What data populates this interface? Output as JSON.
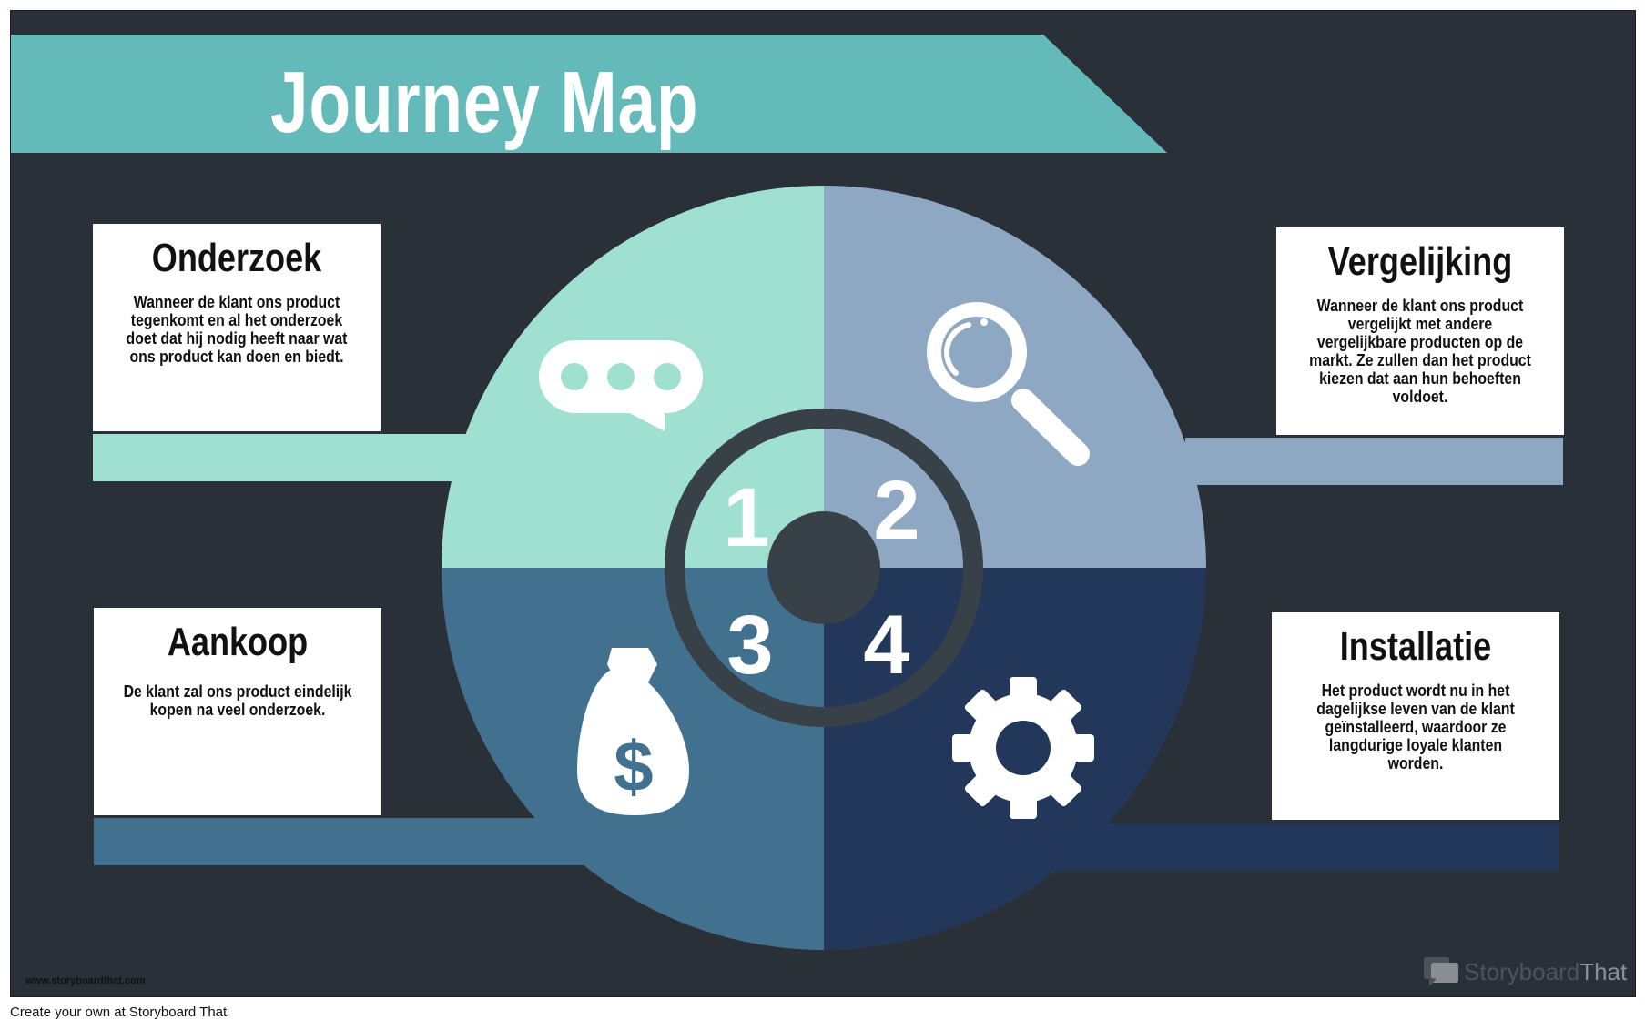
{
  "title": "Journey Map",
  "colors": {
    "background": "#2a3038",
    "banner": "#63bab8",
    "step1": "#a0e0d0",
    "step2": "#8ea8c3",
    "step3": "#41718f",
    "step4": "#22375a",
    "ring": "#384048"
  },
  "steps": [
    {
      "number": "1",
      "title": "Onderzoek",
      "description": "Wanneer de klant ons product tegenkomt en al het onderzoek doet dat hij nodig heeft naar wat ons product kan doen en biedt.",
      "icon": "speech-bubble-icon"
    },
    {
      "number": "2",
      "title": "Vergelijking",
      "description": "Wanneer de klant ons product vergelijkt met andere vergelijkbare producten op de markt. Ze zullen dan het product kiezen dat aan hun behoeften voldoet.",
      "icon": "magnifier-icon"
    },
    {
      "number": "3",
      "title": "Aankoop",
      "description": "De klant zal ons product eindelijk kopen na veel onderzoek.",
      "icon": "money-bag-icon"
    },
    {
      "number": "4",
      "title": "Installatie",
      "description": "Het product wordt nu in het dagelijkse leven van de klant geïnstalleerd, waardoor ze langdurige loyale klanten worden.",
      "icon": "gear-icon"
    }
  ],
  "website": "www.storyboardthat.com",
  "logo": {
    "part1": "Storyboard",
    "part2": "That"
  },
  "footer": "Create your own at Storyboard That"
}
